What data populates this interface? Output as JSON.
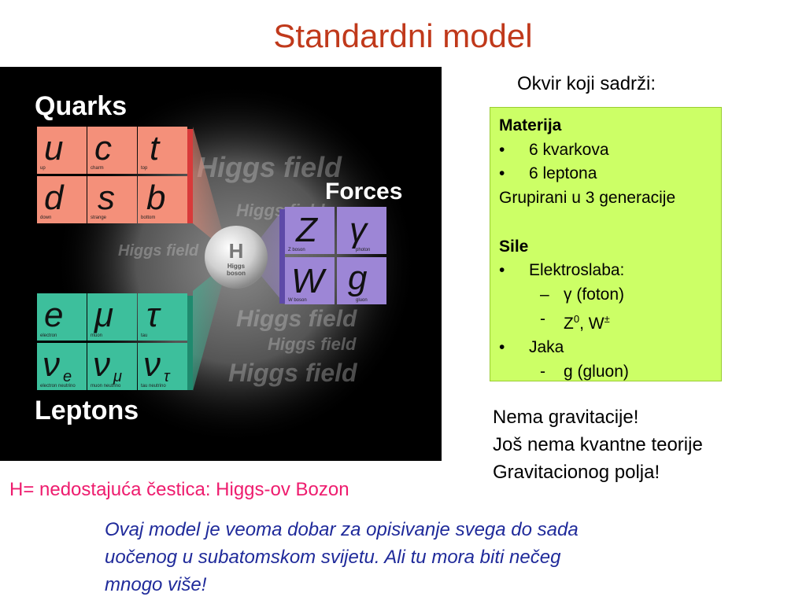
{
  "title": "Standardni model",
  "diagram": {
    "quarks_heading": "Quarks",
    "forces_heading": "Forces",
    "leptons_heading": "Leptons",
    "watermark": "Higgs field",
    "higgs": {
      "symbol": "H",
      "label_1": "Higgs",
      "label_2": "boson"
    },
    "quarks": [
      {
        "symbol": "u",
        "name": "up"
      },
      {
        "symbol": "c",
        "name": "charm"
      },
      {
        "symbol": "t",
        "name": "top"
      },
      {
        "symbol": "d",
        "name": "down"
      },
      {
        "symbol": "s",
        "name": "strange"
      },
      {
        "symbol": "b",
        "name": "bottom"
      }
    ],
    "leptons": [
      {
        "symbol": "e",
        "name": "electron"
      },
      {
        "symbol": "μ",
        "name": "muon"
      },
      {
        "symbol": "τ",
        "name": "tau"
      },
      {
        "symbol": "ν",
        "sub": "e",
        "name": "electron neutrino"
      },
      {
        "symbol": "ν",
        "sub": "μ",
        "name": "muon neutrino"
      },
      {
        "symbol": "ν",
        "sub": "τ",
        "name": "tau neutrino"
      }
    ],
    "forces": [
      {
        "symbol": "Z",
        "name": "Z boson"
      },
      {
        "symbol": "γ",
        "name": "photon"
      },
      {
        "symbol": "W",
        "name": "W boson"
      },
      {
        "symbol": "g",
        "name": "gluon"
      }
    ],
    "colors": {
      "quark": "#f4907a",
      "lepton": "#3dbf9c",
      "force": "#9d86d6",
      "background": "#000000"
    }
  },
  "box_intro": "Okvir koji sadrži:",
  "box": {
    "materija_heading": "Materija",
    "bullet": "•",
    "item_kvarkovi": "6 kvarkova",
    "item_leptoni": "6 leptona",
    "grupirani": "Grupirani u 3 generacije",
    "sile_heading": "Sile",
    "elektroslaba": "Elektroslaba:",
    "dash_1": "–",
    "gamma": "γ",
    "foton": "(foton)",
    "dash_2": "-",
    "z_letter": "Z",
    "z_sup": "0",
    "w_part": ", W",
    "w_sup": "±",
    "jaka": "Jaka",
    "dash_3": "-",
    "gluon": "g (gluon)",
    "background": "#ccff66"
  },
  "gravity_lines": [
    "Nema gravitacije!",
    "Još nema kvantne teorije",
    "Gravitacionog polja!"
  ],
  "higgs_note": "H= nedostajuća čestica: Higgs-ov Bozon",
  "bottom_lines": [
    "Ovaj model je veoma dobar za opisivanje svega do sada",
    "uočenog u subatomskom svijetu. Ali tu mora biti nečeg",
    "mnogo više!"
  ]
}
